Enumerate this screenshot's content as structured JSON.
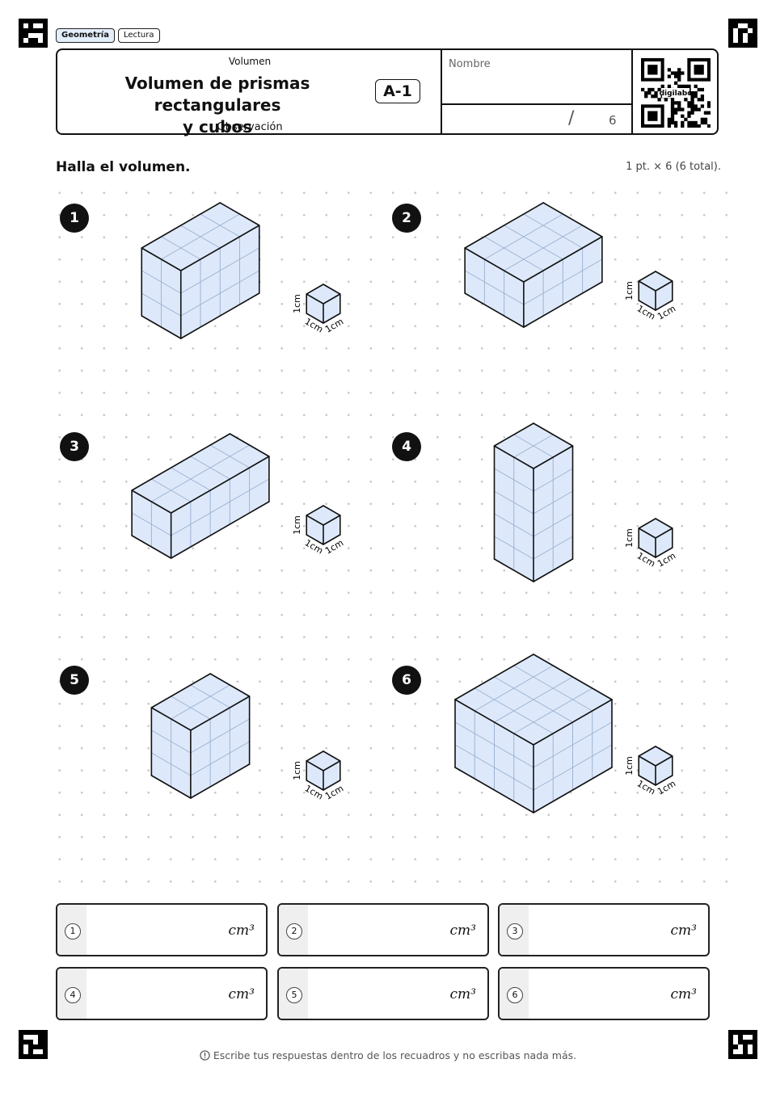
{
  "tags": [
    "Geometría",
    "Lectura"
  ],
  "header": {
    "topic": "Volumen",
    "title_line1": "Volumen de prismas rectangulares",
    "title_line2": "y cubos",
    "subtitle": "Observación",
    "code": "A-1",
    "name_label": "Nombre",
    "score_slash": "/",
    "score_total": "6",
    "qr_label": "digilabo"
  },
  "instruction": "Halla el volumen.",
  "points": "1 pt. × 6 (6 total).",
  "unit_cube_label": "1cm",
  "problems": [
    {
      "number": "1",
      "width_cubes": 4,
      "depth_cubes": 2,
      "height_cubes": 3
    },
    {
      "number": "2",
      "width_cubes": 4,
      "depth_cubes": 3,
      "height_cubes": 2
    },
    {
      "number": "3",
      "width_cubes": 5,
      "depth_cubes": 2,
      "height_cubes": 2
    },
    {
      "number": "4",
      "width_cubes": 2,
      "depth_cubes": 2,
      "height_cubes": 5
    },
    {
      "number": "5",
      "width_cubes": 3,
      "depth_cubes": 2,
      "height_cubes": 3
    },
    {
      "number": "6",
      "width_cubes": 4,
      "depth_cubes": 4,
      "height_cubes": 3
    }
  ],
  "answers": [
    {
      "number": "1",
      "unit": "cm³"
    },
    {
      "number": "2",
      "unit": "cm³"
    },
    {
      "number": "3",
      "unit": "cm³"
    },
    {
      "number": "4",
      "unit": "cm³"
    },
    {
      "number": "5",
      "unit": "cm³"
    },
    {
      "number": "6",
      "unit": "cm³"
    }
  ],
  "footer": {
    "icon": "info-icon",
    "note": "Escribe tus respuestas dentro de los recuadros y no escribas nada más."
  },
  "colors": {
    "box_face": "#dde9fb",
    "grid_line": "#9fb3d1",
    "edge": "#111111"
  }
}
